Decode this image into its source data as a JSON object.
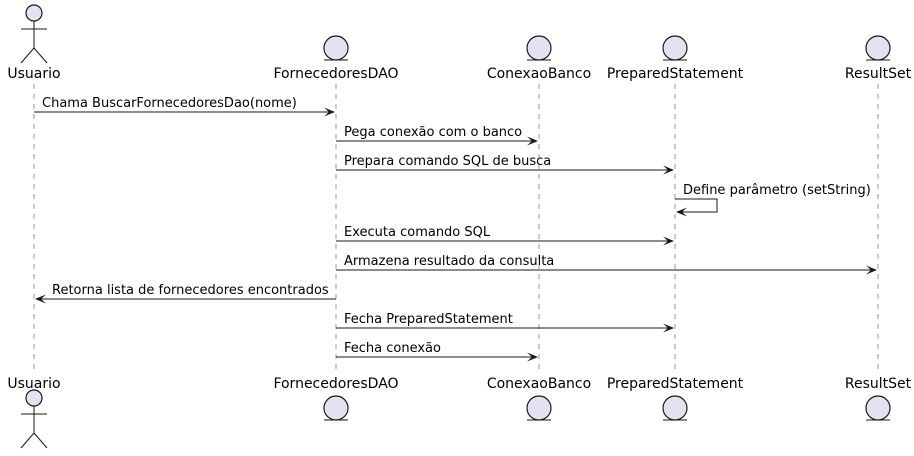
{
  "diagram": {
    "type": "sequence",
    "participants": [
      {
        "id": "usuario",
        "name": "Usuario",
        "kind": "actor"
      },
      {
        "id": "dao",
        "name": "FornecedoresDAO",
        "kind": "entity"
      },
      {
        "id": "conexao",
        "name": "ConexaoBanco",
        "kind": "entity"
      },
      {
        "id": "ps",
        "name": "PreparedStatement",
        "kind": "entity"
      },
      {
        "id": "rs",
        "name": "ResultSet",
        "kind": "entity"
      }
    ],
    "messages": [
      {
        "from": "usuario",
        "to": "dao",
        "label": "Chama BuscarFornecedoresDao(nome)"
      },
      {
        "from": "dao",
        "to": "conexao",
        "label": "Pega conexão com o banco"
      },
      {
        "from": "dao",
        "to": "ps",
        "label": "Prepara comando SQL de busca"
      },
      {
        "from": "ps",
        "to": "ps",
        "label": "Define parâmetro (setString)"
      },
      {
        "from": "dao",
        "to": "ps",
        "label": "Executa comando SQL"
      },
      {
        "from": "dao",
        "to": "rs",
        "label": "Armazena resultado da consulta"
      },
      {
        "from": "dao",
        "to": "usuario",
        "label": "Retorna lista de fornecedores encontrados"
      },
      {
        "from": "dao",
        "to": "ps",
        "label": "Fecha PreparedStatement"
      },
      {
        "from": "dao",
        "to": "conexao",
        "label": "Fecha conexão"
      }
    ]
  },
  "colors": {
    "participant_fill": "#E2E2F0",
    "participant_stroke": "#181818",
    "lifeline": "#999999",
    "arrow": "#181818"
  }
}
